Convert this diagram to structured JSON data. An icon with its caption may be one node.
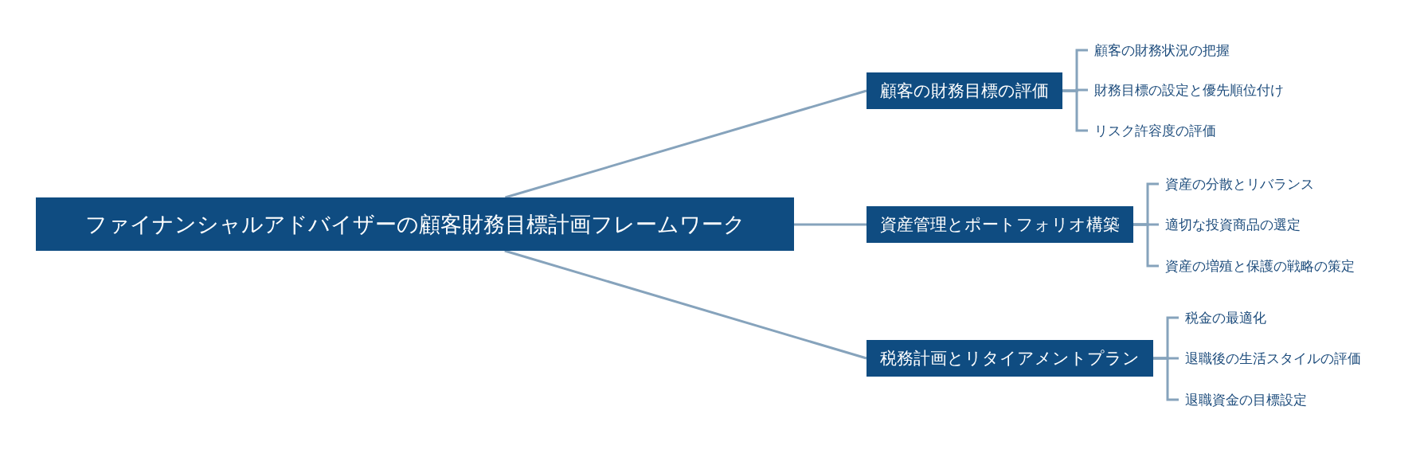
{
  "diagram": {
    "nodes": [
      {
        "text": [
          "ファイナンシャルアドバイザーの顧客財務目標計画フレームワーク"
        ]
      },
      {
        "text": [
          "顧客の財務目標の評価"
        ]
      },
      {
        "text": [
          "顧客の財務状況の把握"
        ]
      },
      {
        "text": [
          "財務目標の設定と優先順位付け"
        ]
      },
      {
        "text": [
          "リスク許容度の評価"
        ]
      },
      {
        "text": [
          "資産管理とポートフォリオ構築"
        ]
      },
      {
        "text": [
          "資産の分散とリバランス"
        ]
      },
      {
        "text": [
          "適切な投資商品の選定"
        ]
      },
      {
        "text": [
          "資産の増殖と保護の戦略の策定"
        ]
      },
      {
        "text": [
          "税務計画とリタイアメントプラン"
        ]
      },
      {
        "text": [
          "税金の最適化"
        ]
      },
      {
        "text": [
          "退職後の生活スタイルの評価"
        ]
      },
      {
        "text": [
          "退職資金の目標設定"
        ]
      }
    ],
    "edges": [
      {
        "from": 0,
        "to": 1,
        "arrow": "none"
      },
      {
        "from": 0,
        "to": 5,
        "arrow": "none"
      },
      {
        "from": 0,
        "to": 9,
        "arrow": "none"
      },
      {
        "from": 1,
        "to": 2,
        "arrow": "none"
      },
      {
        "from": 1,
        "to": 3,
        "arrow": "none"
      },
      {
        "from": 1,
        "to": 4,
        "arrow": "none"
      },
      {
        "from": 5,
        "to": 6,
        "arrow": "none"
      },
      {
        "from": 5,
        "to": 7,
        "arrow": "none"
      },
      {
        "from": 5,
        "to": 8,
        "arrow": "none"
      },
      {
        "from": 9,
        "to": 10,
        "arrow": "none"
      },
      {
        "from": 9,
        "to": 11,
        "arrow": "none"
      },
      {
        "from": 9,
        "to": 12,
        "arrow": "none"
      }
    ]
  }
}
